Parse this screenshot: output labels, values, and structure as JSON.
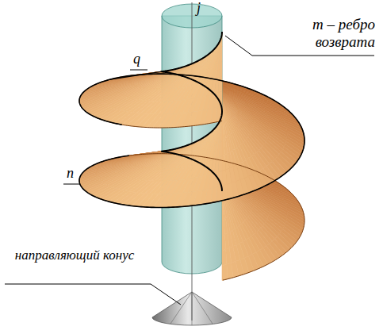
{
  "diagram": {
    "labels": [
      "j",
      "m – ребро возврата",
      "q",
      "n",
      "направляющий конус"
    ]
  }
}
